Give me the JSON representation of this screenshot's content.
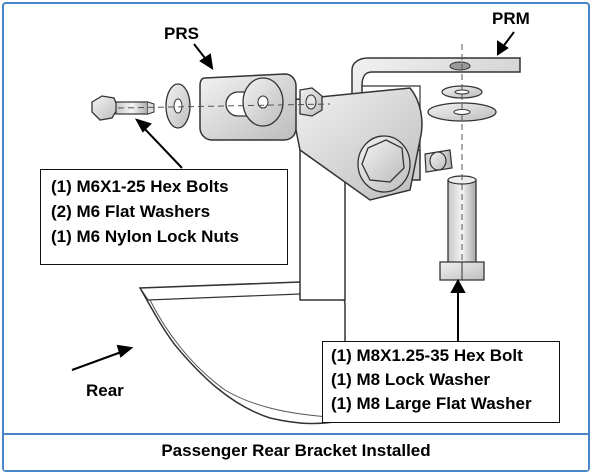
{
  "labels": {
    "prs": "PRS",
    "prm": "PRM",
    "rear": "Rear"
  },
  "callout_left": {
    "lines": [
      "(1) M6X1-25 Hex Bolts",
      "(2) M6 Flat Washers",
      "(1) M6 Nylon Lock Nuts"
    ]
  },
  "callout_right": {
    "lines": [
      "(1) M8X1.25-35 Hex Bolt",
      "(1) M8 Lock Washer",
      "(1) M8 Large Flat Washer"
    ]
  },
  "caption": "Passenger Rear Bracket Installed",
  "colors": {
    "frame": "#4a86c6",
    "part_fill": "#d8d8d8",
    "part_stroke": "#333333"
  }
}
